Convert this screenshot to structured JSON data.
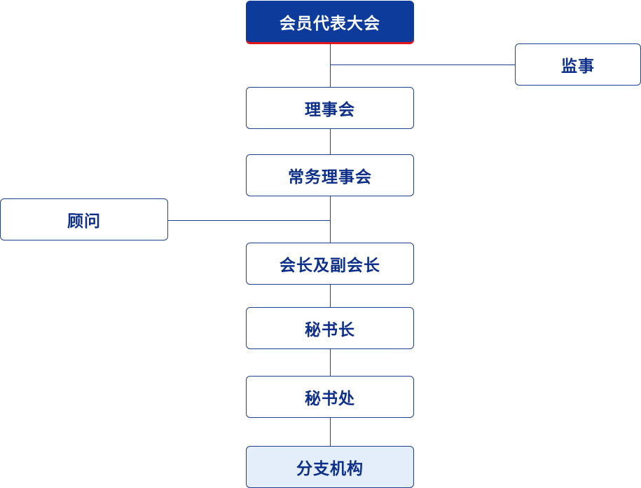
{
  "org_chart": {
    "root": "会员代表大会",
    "supervisor": "监事",
    "council": "理事会",
    "standing_council": "常务理事会",
    "advisor": "顾问",
    "president": "会长及副会长",
    "secretary_general": "秘书长",
    "secretariat": "秘书处",
    "branches": "分支机构"
  },
  "colors": {
    "primary": "#0d3b9b",
    "accent_red": "#e0161c",
    "line": "#1f3f8f",
    "branch_fill": "#e3eefa"
  }
}
